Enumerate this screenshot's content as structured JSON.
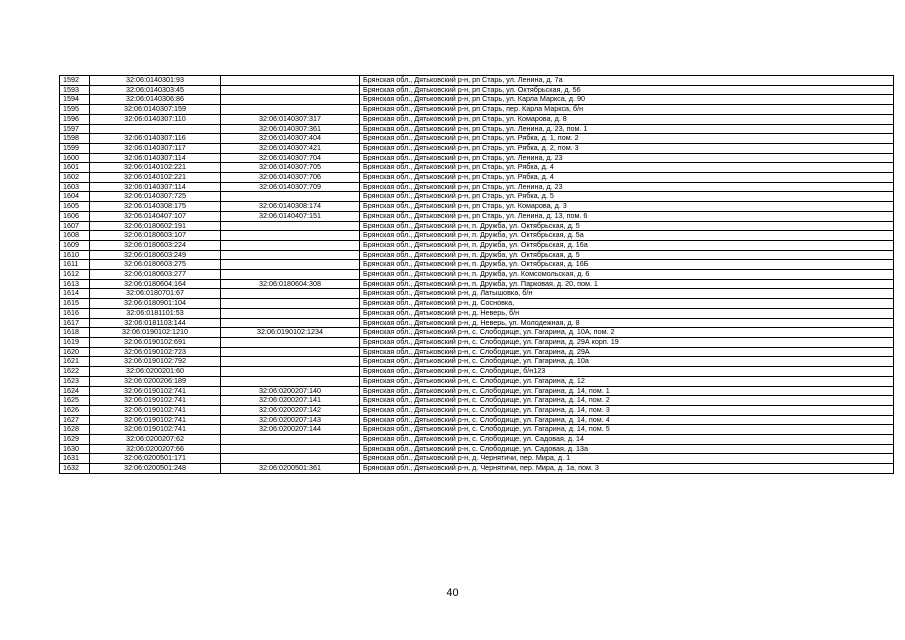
{
  "rows": [
    {
      "num": "1592",
      "cad": "32:06:0140301:93",
      "link": "",
      "addr": "Брянская обл., Дятьковский р-н, рп Старь, ул. Ленина, д. 7а"
    },
    {
      "num": "1593",
      "cad": "32:06:0140303:45",
      "link": "",
      "addr": "Брянская обл., Дятьковский р-н, рп Старь, ул. Октябрьская, д. 56"
    },
    {
      "num": "1594",
      "cad": "32:06:0140306:86",
      "link": "",
      "addr": "Брянская обл., Дятьковский р-н, рп Старь, ул. Карла Маркса, д. 90"
    },
    {
      "num": "1595",
      "cad": "32:06:0140307:159",
      "link": "",
      "addr": "Брянская обл., Дятьковский р-н, рп Старь, пер. Карла Маркса, б/н"
    },
    {
      "num": "1596",
      "cad": "32:06:0140307:110",
      "link": "32:06:0140307:317",
      "addr": "Брянская обл., Дятьковский р-н, рп Старь, ул. Комарова, д. 8"
    },
    {
      "num": "1597",
      "cad": "",
      "link": "32:06:0140307:361",
      "addr": "Брянская обл., Дятьковский р-н, рп Старь, ул. Ленина, д. 23, пом. 1"
    },
    {
      "num": "1598",
      "cad": "32:06:0140307:116",
      "link": "32:06:0140307:404",
      "addr": "Брянская обл., Дятьковский р-н, рп Старь, ул. Рябка, д. 1, пом. 2"
    },
    {
      "num": "1599",
      "cad": "32:06:0140307:117",
      "link": "32:06:0140307:421",
      "addr": "Брянская обл., Дятьковский р-н, рп Старь, ул. Рябка, д. 2, пом. 3"
    },
    {
      "num": "1600",
      "cad": "32:06:0140307:114",
      "link": "32:06:0140307:704",
      "addr": "Брянская обл., Дятьковский р-н, рп Старь, ул. Ленина, д. 23"
    },
    {
      "num": "1601",
      "cad": "32:06:0140102:221",
      "link": "32:06:0140307:705",
      "addr": "Брянская обл., Дятьковский р-н, рп Старь, ул. Рябка, д. 4"
    },
    {
      "num": "1602",
      "cad": "32:06:0140102:221",
      "link": "32:06:0140307:706",
      "addr": "Брянская обл., Дятьковский р-н, рп Старь, ул. Рябка, д. 4"
    },
    {
      "num": "1603",
      "cad": "32:06:0140307:114",
      "link": "32:06:0140307:709",
      "addr": "Брянская обл., Дятьковский р-н, рп Старь, ул. Ленина, д. 23"
    },
    {
      "num": "1604",
      "cad": "32:06:0140307:725",
      "link": "",
      "addr": "Брянская обл., Дятьковский р-н, рп Старь, ул. Рябка, д. 5"
    },
    {
      "num": "1605",
      "cad": "32:06:0140308:175",
      "link": "32:06:0140308:174",
      "addr": "Брянская обл., Дятьковский р-н, рп Старь, ул. Комарова, д. 3"
    },
    {
      "num": "1606",
      "cad": "32:06:0140407:107",
      "link": "32:06:0140407:151",
      "addr": "Брянская обл., Дятьковский р-н, рп Старь, ул. Ленина, д. 13, пом. 6"
    },
    {
      "num": "1607",
      "cad": "32:06:0180602:191",
      "link": "",
      "addr": "Брянская обл., Дятьковский р-н, п. Дружба, ул. Октябрьская, д. 5"
    },
    {
      "num": "1608",
      "cad": "32:06:0180603:107",
      "link": "",
      "addr": "Брянская обл., Дятьковский р-н, п. Дружба, ул. Октябрьская, д. 5а"
    },
    {
      "num": "1609",
      "cad": "32:06:0180603:224",
      "link": "",
      "addr": "Брянская обл., Дятьковский р-н, п. Дружба, ул. Октябрьская, д. 16а"
    },
    {
      "num": "1610",
      "cad": "32:06:0180603:249",
      "link": "",
      "addr": "Брянская обл., Дятьковский р-н, п. Дружба, ул. Октябрьская, д. 5"
    },
    {
      "num": "1611",
      "cad": "32:06:0180603:275",
      "link": "",
      "addr": "Брянская обл., Дятьковский р-н, п. Дружба, ул. Октябрьская, д. 16Б"
    },
    {
      "num": "1612",
      "cad": "32:06:0180603:277",
      "link": "",
      "addr": "Брянская обл., Дятьковский р-н, п. Дружба, ул. Комсомольская, д. 6"
    },
    {
      "num": "1613",
      "cad": "32:06:0180604:164",
      "link": "32:06:0180604:308",
      "addr": "Брянская обл., Дятьковский р-н, п. Дружба, ул. Парковая, д. 20, пом. 1"
    },
    {
      "num": "1614",
      "cad": "32:06:0180701:67",
      "link": "",
      "addr": "Брянская обл., Дятьковский р-н, д. Латышовка, б/н"
    },
    {
      "num": "1615",
      "cad": "32:06:0180901:104",
      "link": "",
      "addr": "Брянская обл., Дятьковский р-н, д. Сосновка,"
    },
    {
      "num": "1616",
      "cad": "32:06:0181101:53",
      "link": "",
      "addr": "Брянская обл., Дятьковский р-н, д. Неверь, б/н"
    },
    {
      "num": "1617",
      "cad": "32:06:0181103:144",
      "link": "",
      "addr": "Брянская обл., Дятьковский р-н, д. Неверь, ул. Молодежная, д. 8"
    },
    {
      "num": "1618",
      "cad": "32:06:0190102:1210",
      "link": "32:06:0190102:1234",
      "addr": "Брянская обл., Дятьковский р-н, с. Слободище, ул. Гагарина, д. 10А, пом. 2"
    },
    {
      "num": "1619",
      "cad": "32:06:0190102:691",
      "link": "",
      "addr": "Брянская обл., Дятьковский р-н, с. Слободище, ул. Гагарина, д. 29А корп. 19"
    },
    {
      "num": "1620",
      "cad": "32:06:0190102:723",
      "link": "",
      "addr": "Брянская обл., Дятьковский р-н, с. Слободище, ул. Гагарина, д. 29А"
    },
    {
      "num": "1621",
      "cad": "32:06:0190102:792",
      "link": "",
      "addr": "Брянская обл., Дятьковский р-н, с. Слободище, ул. Гагарина, д. 10а"
    },
    {
      "num": "1622",
      "cad": "32:06:0200201:60",
      "link": "",
      "addr": "Брянская обл., Дятьковский р-н, с. Слободище, б/н123"
    },
    {
      "num": "1623",
      "cad": "32:06:0200206:189",
      "link": "",
      "addr": "Брянская обл., Дятьковский р-н, с. Слободище, ул. Гагарина, д. 12"
    },
    {
      "num": "1624",
      "cad": "32:06:0190102:741",
      "link": "32:06:0200207:140",
      "addr": "Брянская обл., Дятьковский р-н, с. Слободище, ул. Гагарина, д. 14, пом. 1"
    },
    {
      "num": "1625",
      "cad": "32:06:0190102:741",
      "link": "32:06:0200207:141",
      "addr": "Брянская обл., Дятьковский р-н, с. Слободище, ул. Гагарина, д. 14, пом. 2"
    },
    {
      "num": "1626",
      "cad": "32:06:0190102:741",
      "link": "32:06:0200207:142",
      "addr": "Брянская обл., Дятьковский р-н, с. Слободище, ул. Гагарина, д. 14, пом. 3"
    },
    {
      "num": "1627",
      "cad": "32:06:0190102:741",
      "link": "32:06:0200207:143",
      "addr": "Брянская обл., Дятьковский р-н, с. Слободище, ул. Гагарина, д. 14, пом. 4"
    },
    {
      "num": "1628",
      "cad": "32:06:0190102:741",
      "link": "32:06:0200207:144",
      "addr": "Брянская обл., Дятьковский р-н, с. Слободище, ул. Гагарина, д. 14, пом. 5"
    },
    {
      "num": "1629",
      "cad": "32:06:0200207:62",
      "link": "",
      "addr": "Брянская обл., Дятьковский р-н, с. Слободище, ул. Садовая, д. 14"
    },
    {
      "num": "1630",
      "cad": "32:06:0200207:66",
      "link": "",
      "addr": "Брянская обл., Дятьковский р-н, с. Слободище, ул. Садовая, д. 13а"
    },
    {
      "num": "1631",
      "cad": "32:06:0200501:171",
      "link": "",
      "addr": "Брянская обл., Дятьковский р-н, д. Чернятичи, пер. Мира, д. 1"
    },
    {
      "num": "1632",
      "cad": "32:06:0200501:248",
      "link": "32:06:0200501:361",
      "addr": "Брянская обл., Дятьковский р-н, д. Чернятичи, пер. Мира, д. 1а, пом. 3"
    }
  ],
  "page_number": "40"
}
